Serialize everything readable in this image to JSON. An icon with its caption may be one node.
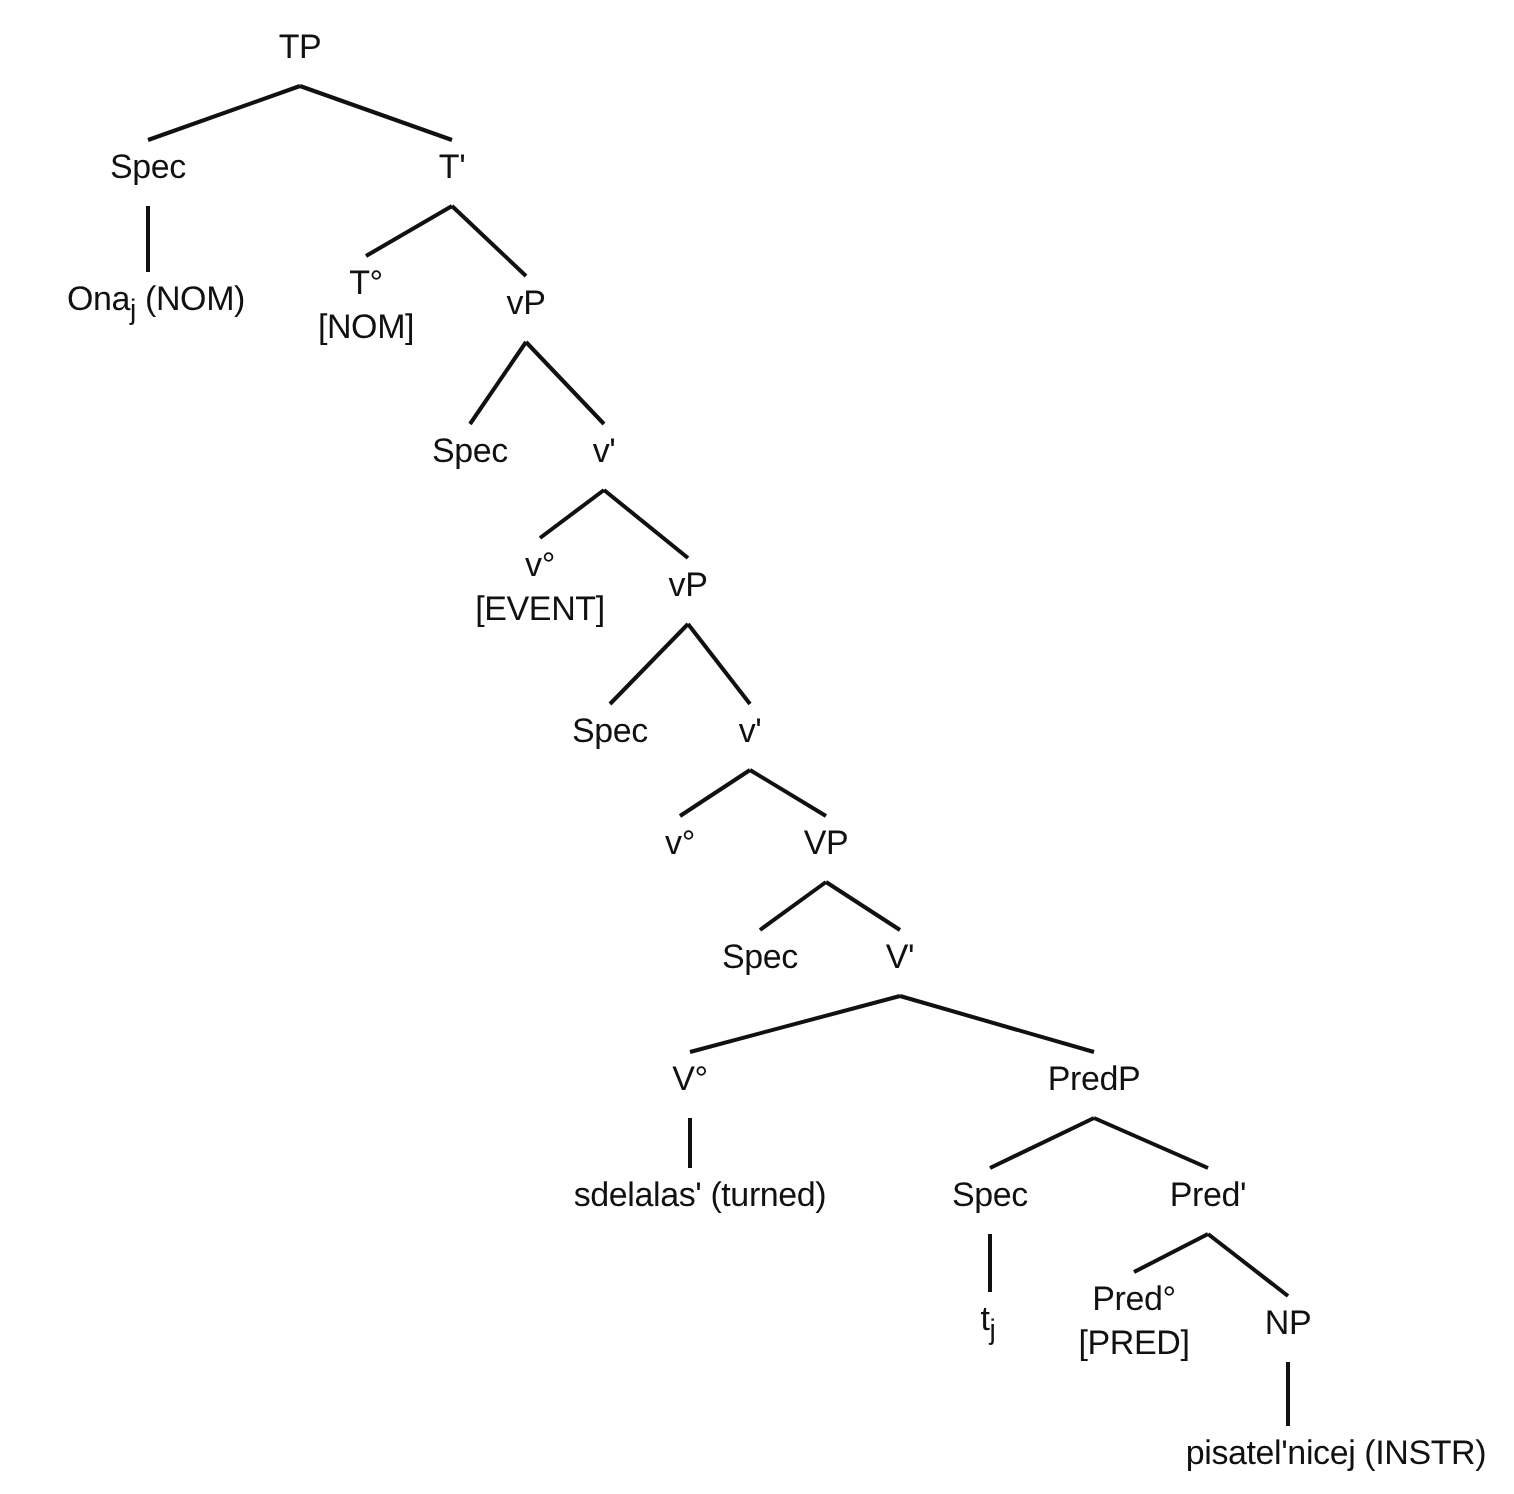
{
  "diagram": {
    "nodes": [
      {
        "text": [
          "TP"
        ]
      },
      {
        "text": [
          "Spec"
        ]
      },
      {
        "text": [
          "T'"
        ]
      },
      {
        "text": [
          "Ona$_{j}$ (NOM)"
        ]
      },
      {
        "text": [
          "T°",
          "[NOM]"
        ]
      },
      {
        "text": [
          "vP"
        ]
      },
      {
        "text": [
          "Spec"
        ]
      },
      {
        "text": [
          "v'"
        ]
      },
      {
        "text": [
          "v°",
          "[EVENT]"
        ]
      },
      {
        "text": [
          "vP"
        ]
      },
      {
        "text": [
          "Spec"
        ]
      },
      {
        "text": [
          "v'"
        ]
      },
      {
        "text": [
          "v°"
        ]
      },
      {
        "text": [
          "VP"
        ]
      },
      {
        "text": [
          "Spec"
        ]
      },
      {
        "text": [
          "V'"
        ]
      },
      {
        "text": [
          "V°"
        ]
      },
      {
        "text": [
          "PredP"
        ]
      },
      {
        "text": [
          "sdelalas' (turned)"
        ]
      },
      {
        "text": [
          "Spec"
        ]
      },
      {
        "text": [
          "Pred'"
        ]
      },
      {
        "text": [
          "t$_{j}$"
        ]
      },
      {
        "text": [
          "Pred°",
          "[PRED]"
        ]
      },
      {
        "text": [
          "NP"
        ]
      },
      {
        "text": [
          "pisatel'nicej (INSTR)"
        ]
      }
    ],
    "edges": [
      {
        "from": 0,
        "to": 1,
        "arrow": "none"
      },
      {
        "from": 0,
        "to": 2,
        "arrow": "none"
      },
      {
        "from": 1,
        "to": 3,
        "arrow": "none"
      },
      {
        "from": 2,
        "to": 4,
        "arrow": "none"
      },
      {
        "from": 2,
        "to": 5,
        "arrow": "none"
      },
      {
        "from": 5,
        "to": 6,
        "arrow": "none"
      },
      {
        "from": 5,
        "to": 7,
        "arrow": "none"
      },
      {
        "from": 7,
        "to": 8,
        "arrow": "none"
      },
      {
        "from": 7,
        "to": 9,
        "arrow": "none"
      },
      {
        "from": 9,
        "to": 10,
        "arrow": "none"
      },
      {
        "from": 9,
        "to": 11,
        "arrow": "none"
      },
      {
        "from": 11,
        "to": 12,
        "arrow": "none"
      },
      {
        "from": 11,
        "to": 13,
        "arrow": "none"
      },
      {
        "from": 13,
        "to": 14,
        "arrow": "none"
      },
      {
        "from": 13,
        "to": 15,
        "arrow": "none"
      },
      {
        "from": 15,
        "to": 16,
        "arrow": "none"
      },
      {
        "from": 15,
        "to": 17,
        "arrow": "none"
      },
      {
        "from": 16,
        "to": 18,
        "arrow": "none"
      },
      {
        "from": 17,
        "to": 19,
        "arrow": "none"
      },
      {
        "from": 17,
        "to": 20,
        "arrow": "none"
      },
      {
        "from": 19,
        "to": 21,
        "arrow": "none"
      },
      {
        "from": 20,
        "to": 22,
        "arrow": "none"
      },
      {
        "from": 20,
        "to": 23,
        "arrow": "none"
      },
      {
        "from": 23,
        "to": 24,
        "arrow": "none"
      }
    ]
  }
}
